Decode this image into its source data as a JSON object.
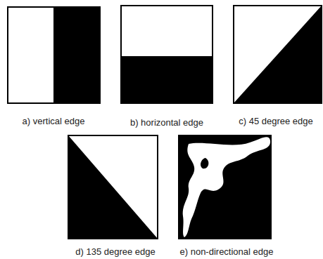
{
  "diagram": {
    "labels": [
      "a) vertical edge",
      "b) horizontal edge",
      "c) 45 degree edge",
      "d) 135 degree edge",
      "e) non-directional edge"
    ]
  }
}
